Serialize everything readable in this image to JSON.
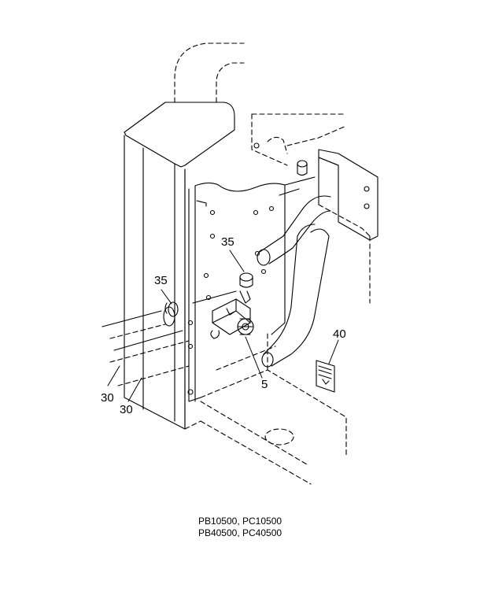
{
  "callouts": {
    "c35_upper": "35",
    "c35_left": "35",
    "c5": "5",
    "c30_a": "30",
    "c30_b": "30",
    "c40": "40"
  },
  "caption": {
    "line1": "PB10500, PC10500",
    "line2": "PB40500, PC40500"
  },
  "colors": {
    "line": "#000000",
    "background": "#ffffff"
  }
}
